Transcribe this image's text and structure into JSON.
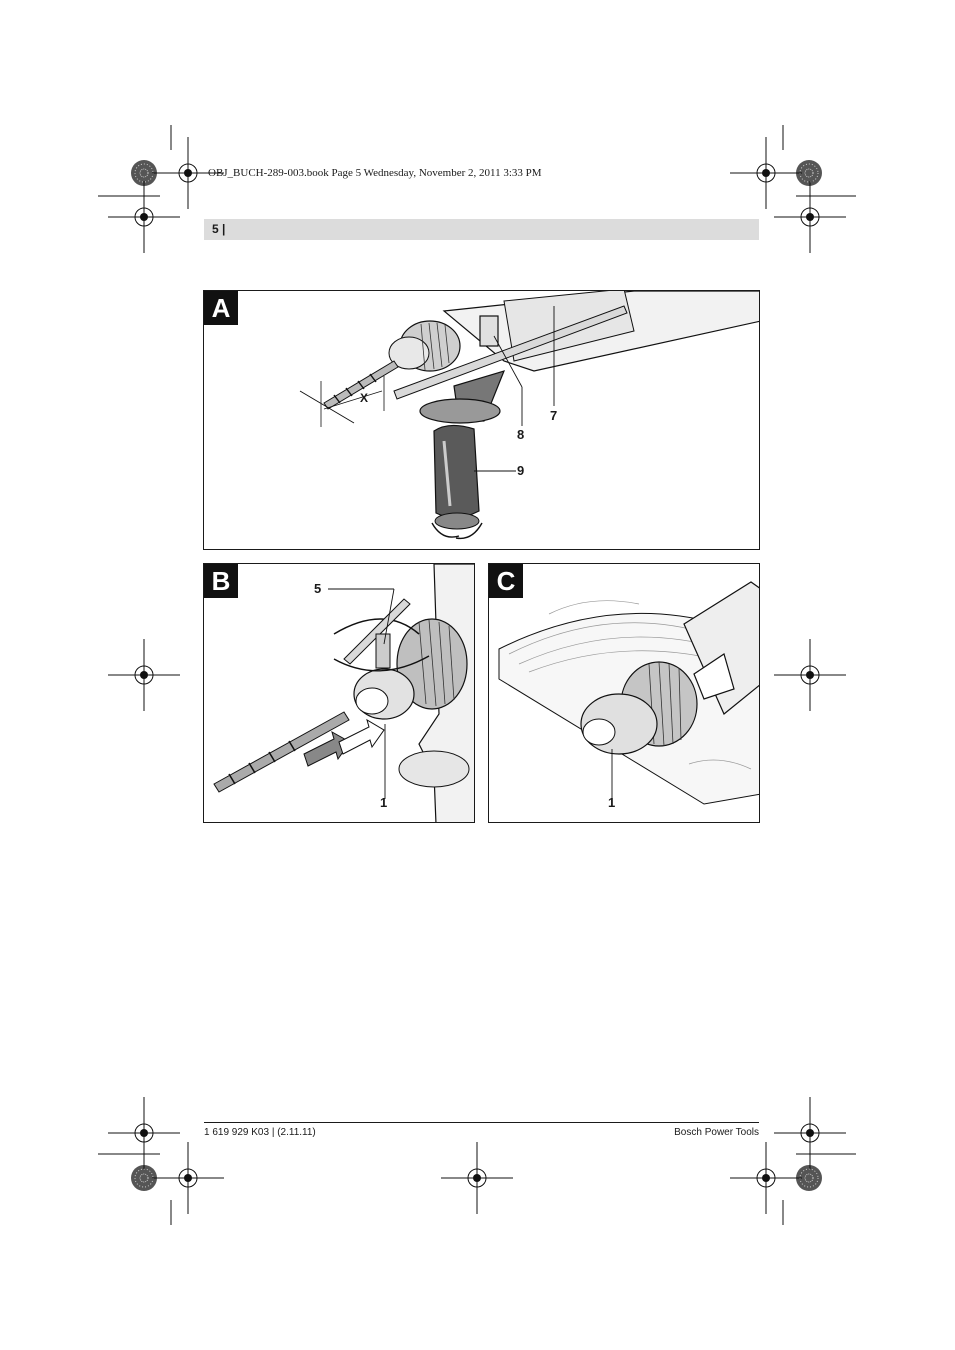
{
  "header": {
    "book_info": "OBJ_BUCH-289-003.book  Page 5  Wednesday, November 2, 2011  3:33 PM",
    "page_number": "5 |"
  },
  "figures": {
    "A": {
      "letter": "A",
      "dimension_label": "X",
      "callouts": [
        "7",
        "8",
        "9"
      ]
    },
    "B": {
      "letter": "B",
      "callouts": [
        "5",
        "1"
      ]
    },
    "C": {
      "letter": "C",
      "callouts": [
        "1"
      ]
    }
  },
  "footer": {
    "left": "1 619 929 K03 | (2.11.11)",
    "right": "Bosch Power Tools"
  }
}
